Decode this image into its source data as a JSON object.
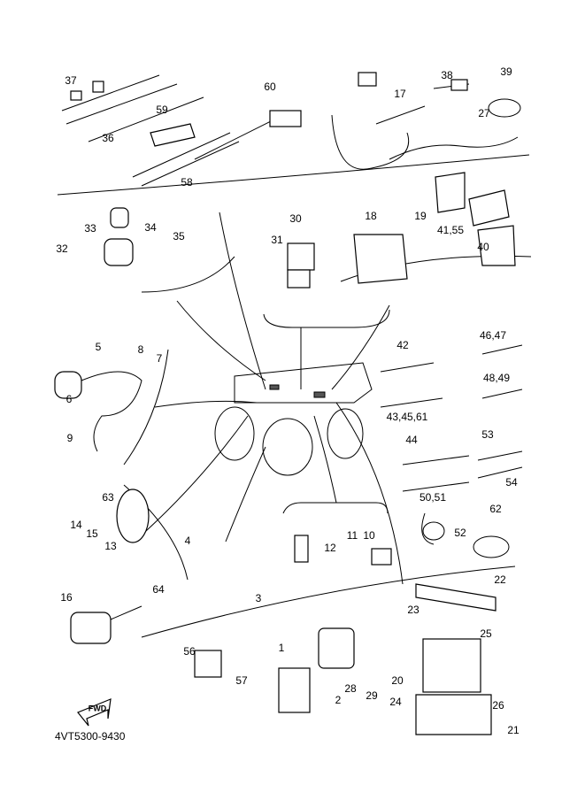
{
  "diagram_code": "4VT5300-9430",
  "fwd_label": "FWD",
  "callouts": {
    "c37": "37",
    "c36": "36",
    "c59": "59",
    "c58": "58",
    "c60": "60",
    "c17": "17",
    "c38": "38",
    "c39": "39",
    "c27": "27",
    "c32": "32",
    "c33": "33",
    "c34": "34",
    "c35": "35",
    "c30": "30",
    "c31": "31",
    "c18": "18",
    "c19": "19",
    "c41_55": "41,55",
    "c40": "40",
    "c5": "5",
    "c8": "8",
    "c7": "7",
    "c6": "6",
    "c9": "9",
    "c42": "42",
    "c46_47": "46,47",
    "c48_49": "48,49",
    "c43_45_61": "43,45,61",
    "c44": "44",
    "c53": "53",
    "c54": "54",
    "c50_51": "50,51",
    "c63": "63",
    "c14": "14",
    "c15": "15",
    "c13": "13",
    "c64": "64",
    "c4": "4",
    "c3": "3",
    "c12": "12",
    "c11": "11",
    "c10": "10",
    "c52": "52",
    "c62": "62",
    "c16": "16",
    "c22": "22",
    "c23": "23",
    "c25": "25",
    "c56": "56",
    "c57": "57",
    "c1": "1",
    "c28": "28",
    "c29": "29",
    "c20": "20",
    "c24": "24",
    "c26": "26",
    "c21": "21",
    "c2": "2"
  }
}
